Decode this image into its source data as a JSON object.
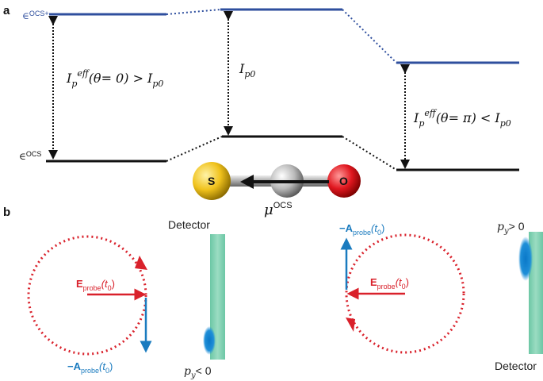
{
  "panel_a": {
    "label": "a",
    "levels": {
      "top_label": "∈",
      "top_sup": "OCS+",
      "bottom_label": "∈",
      "bottom_sup": "OCS"
    },
    "gap_left": {
      "I": "I",
      "p": "p",
      "sup": "eff",
      "arg": "(θ= 0) > I",
      "tail": "p0"
    },
    "gap_mid": {
      "I": "I",
      "sub": "p0"
    },
    "gap_right": {
      "I": "I",
      "p": "p",
      "sup": "eff",
      "arg": "(θ= π) < I",
      "tail": "p0"
    },
    "molecule": {
      "atom_s": "S",
      "atom_o": "O",
      "mu": "μ",
      "mu_sup": "OCS"
    }
  },
  "panel_b": {
    "label": "b",
    "left": {
      "detector": "Detector",
      "E_label": "E",
      "E_sub": "probe",
      "E_arg": "(t",
      "E_arg_sub": "0",
      "E_close": ")",
      "A_label": "−A",
      "A_sub": "probe",
      "A_arg": "(t",
      "A_arg_sub": "0",
      "A_close": ")",
      "p_label": "p",
      "p_sub": "y",
      "p_rel": "< 0"
    },
    "right": {
      "detector": "Detector",
      "E_label": "E",
      "E_sub": "probe",
      "E_arg": "(t",
      "E_arg_sub": "0",
      "E_close": ")",
      "A_label": "−A",
      "A_sub": "probe",
      "A_arg": "(t",
      "A_arg_sub": "0",
      "A_close": ")",
      "p_label": "p",
      "p_sub": "y",
      "p_rel": "> 0"
    }
  },
  "colors": {
    "blue_level": "#2f4f9e",
    "black_level": "#111111",
    "red": "#d9212b",
    "blue_arrow": "#1a7bbf",
    "detector": "#7fcfb1",
    "sulfur": "#f0c21c",
    "carbon": "#b9b9b9",
    "oxygen": "#e0171f"
  }
}
